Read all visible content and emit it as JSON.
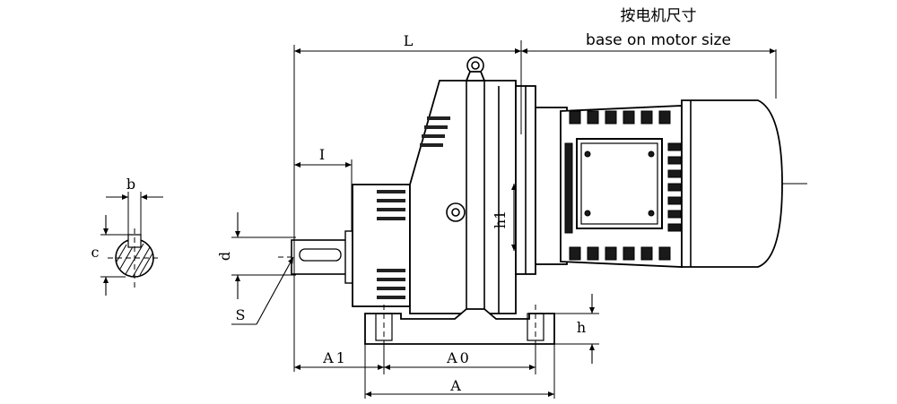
{
  "header": {
    "title_cn": "按电机尺寸",
    "title_en": "base on motor size"
  },
  "dimensions": {
    "L": "L",
    "I": "I",
    "b": "b",
    "c": "c",
    "d": "d",
    "h1": "h1",
    "h": "h",
    "S": "S",
    "A1": "A1",
    "A0": "A0",
    "A": "A"
  }
}
